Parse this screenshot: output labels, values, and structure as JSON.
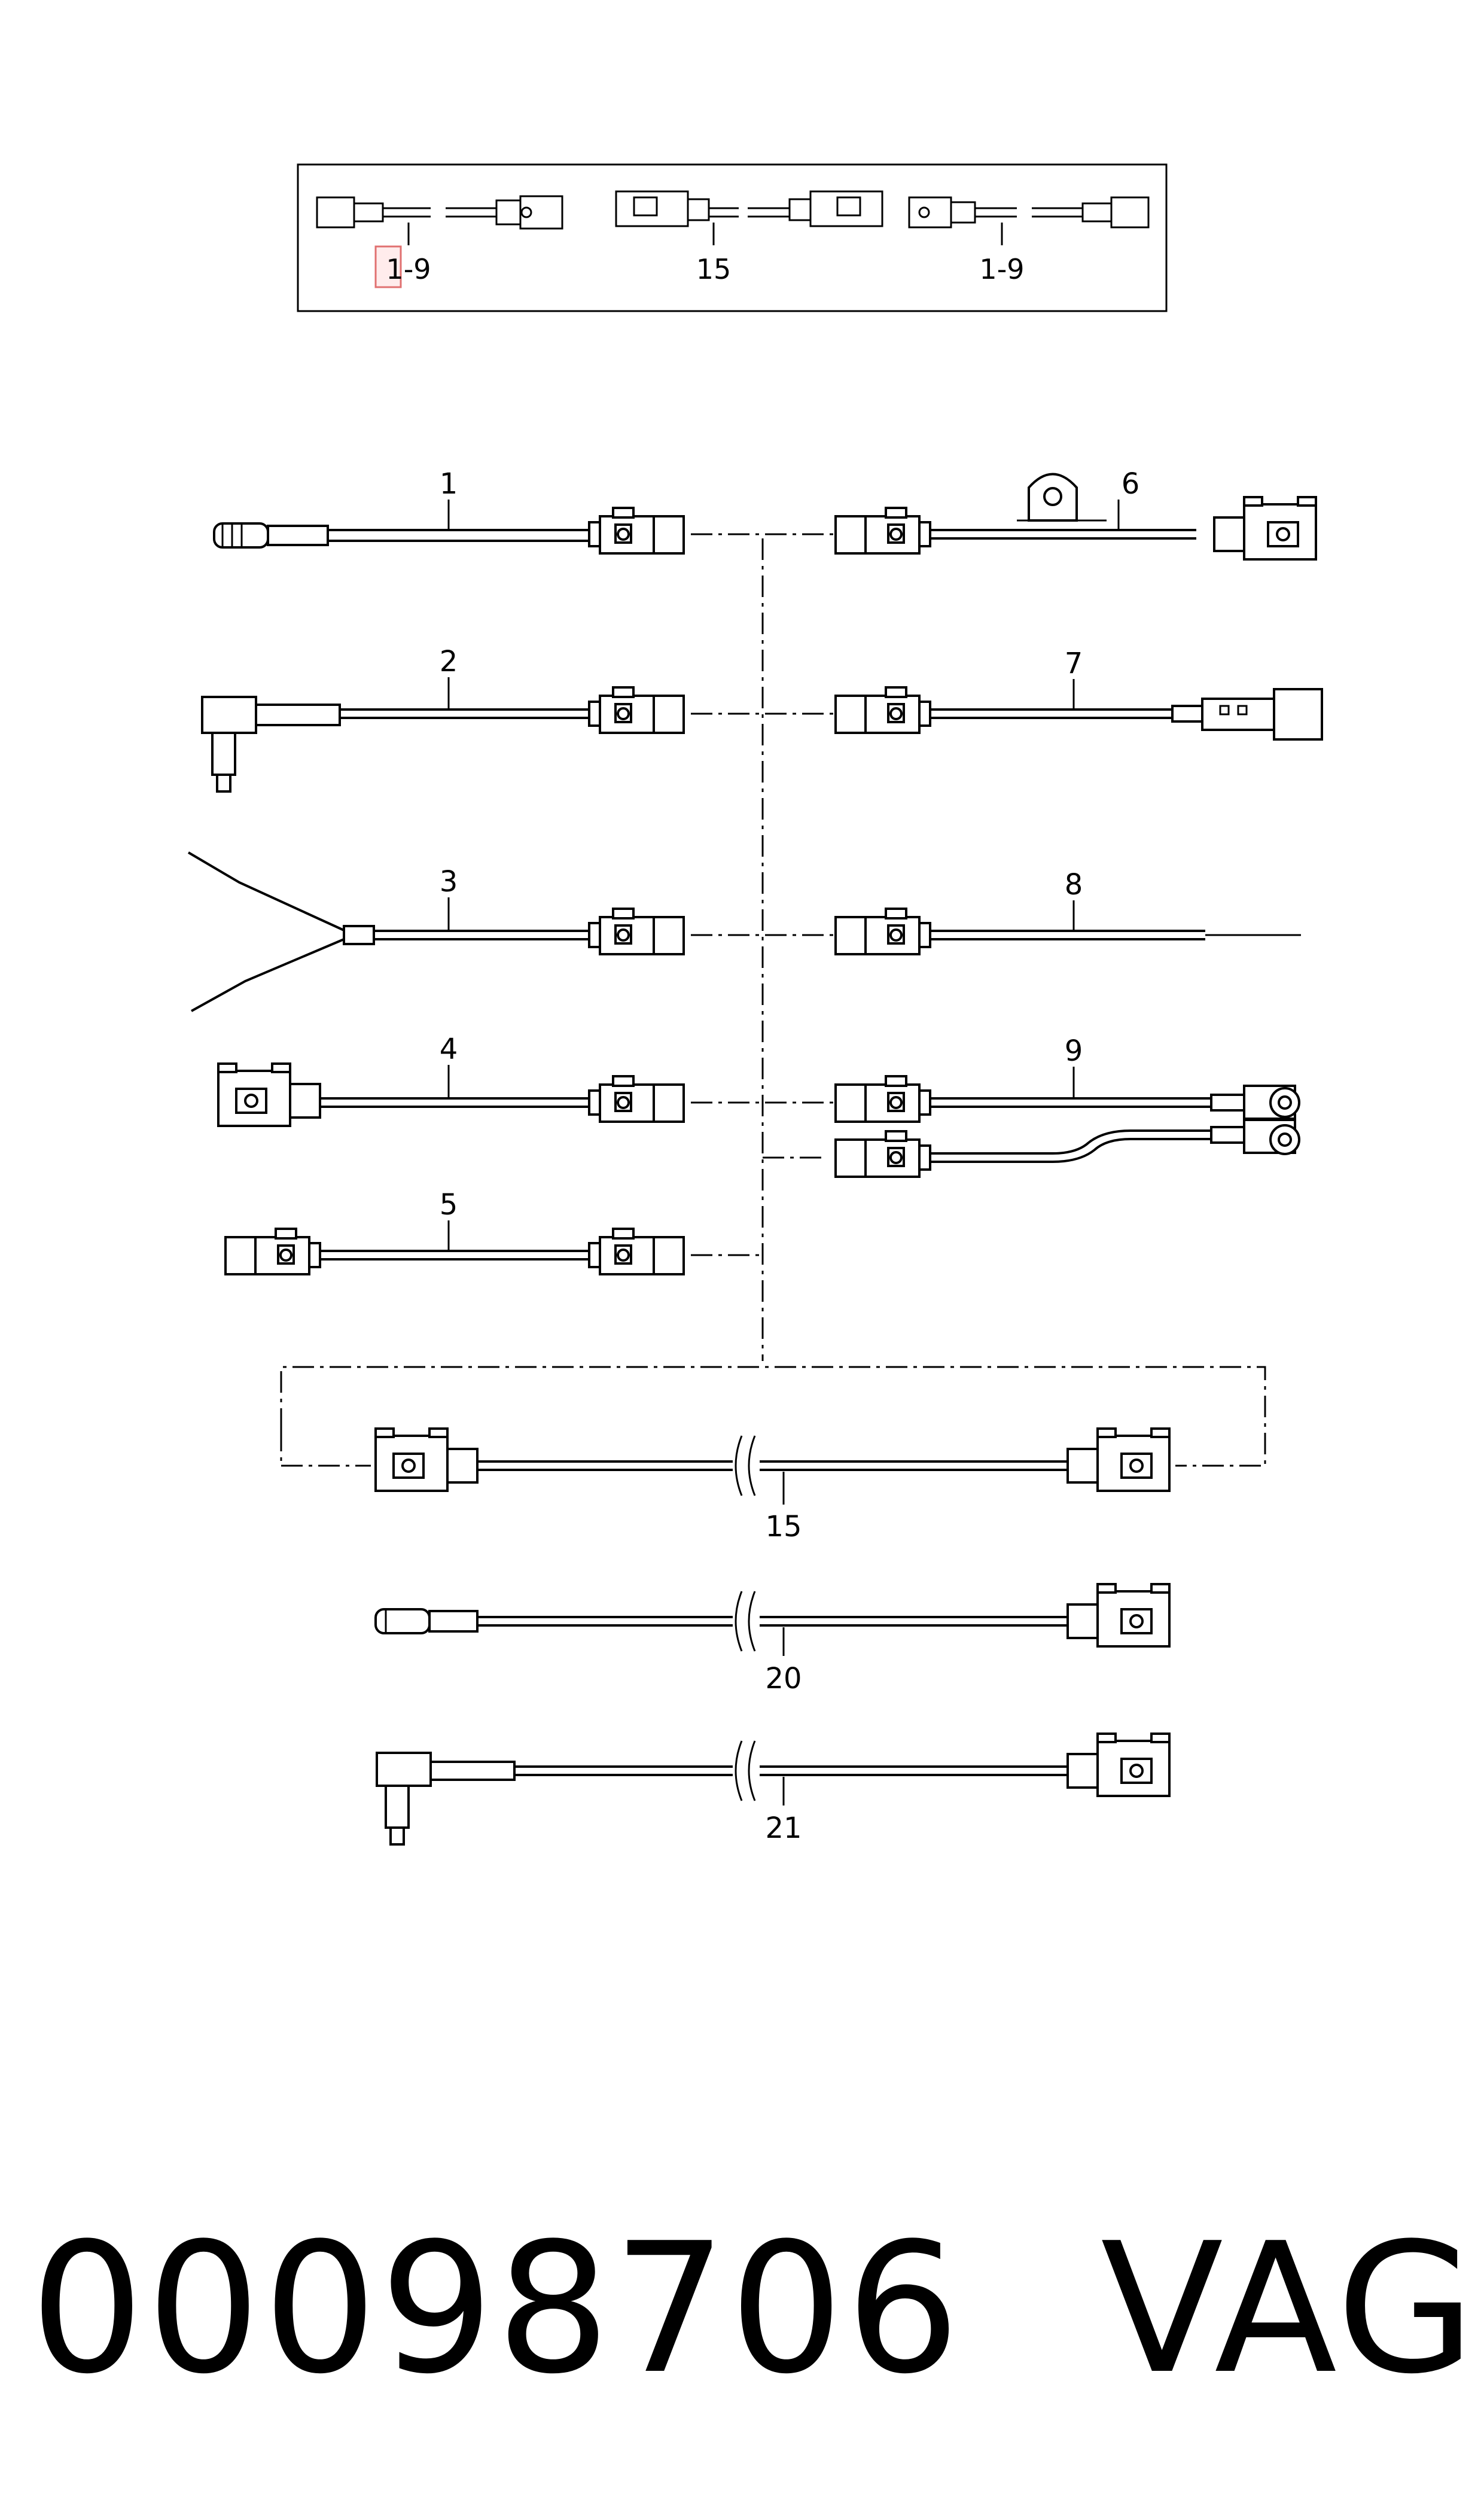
{
  "legend": {
    "items": [
      {
        "label": "1-9"
      },
      {
        "label": "15"
      },
      {
        "label": "1-9"
      }
    ]
  },
  "callouts": {
    "c1": "1",
    "c2": "2",
    "c3": "3",
    "c4": "4",
    "c5": "5",
    "c6": "6",
    "c7": "7",
    "c8": "8",
    "c9": "9",
    "c15": "15",
    "c20": "20",
    "c21": "21"
  },
  "footer": {
    "part_number": "00098706",
    "brand": "VAG"
  },
  "colors": {
    "line": "#000000",
    "background": "#ffffff",
    "highlight": "#e07070"
  }
}
